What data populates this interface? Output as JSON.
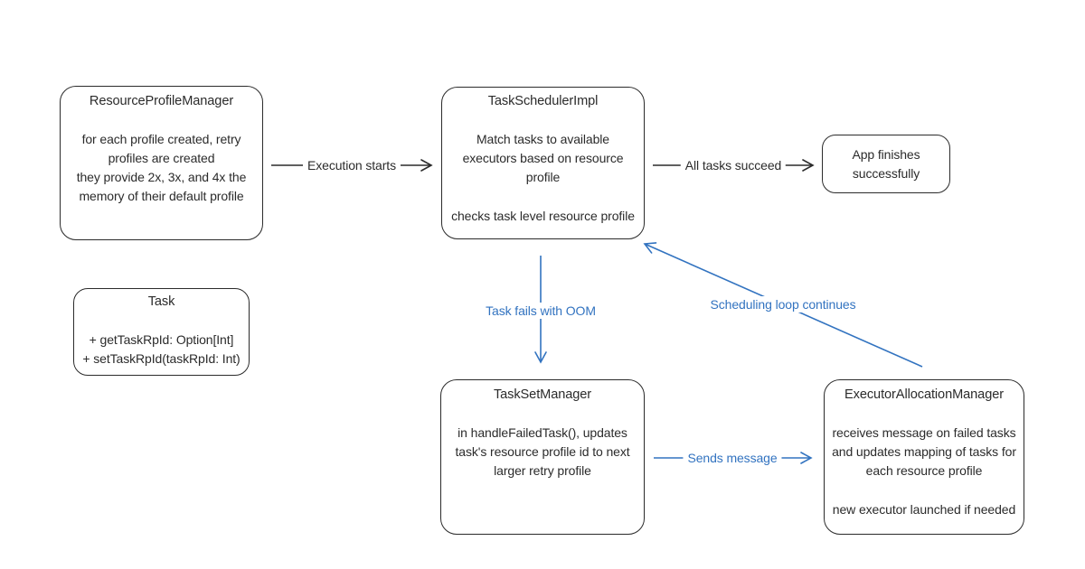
{
  "colors": {
    "background": "#ffffff",
    "ink": "#2b2b2b",
    "accent_blue": "#3273c0"
  },
  "nodes": {
    "resource_profile_manager": {
      "title": "ResourceProfileManager",
      "lines": [
        "for each profile created, retry",
        "profiles are created",
        "they provide 2x, 3x, and 4x the",
        "memory of their default profile"
      ]
    },
    "task_scheduler_impl": {
      "title": "TaskSchedulerImpl",
      "lines": [
        "Match tasks to available",
        "executors based on resource",
        "profile"
      ],
      "footer": "checks task level resource profile"
    },
    "app_finishes": {
      "lines": [
        "App finishes",
        "successfully"
      ]
    },
    "task": {
      "title": "Task",
      "lines": [
        "+ getTaskRpId: Option[Int]",
        "+ setTaskRpId(taskRpId: Int)"
      ]
    },
    "task_set_manager": {
      "title": "TaskSetManager",
      "lines": [
        "in handleFailedTask(), updates",
        "task's resource profile id to next",
        "larger retry profile"
      ]
    },
    "executor_allocation_manager": {
      "title": "ExecutorAllocationManager",
      "lines": [
        "receives message on failed tasks",
        "and updates mapping of tasks for",
        "each resource profile"
      ],
      "footer": "new executor launched if needed"
    }
  },
  "edges": {
    "execution_starts": {
      "label": "Execution starts",
      "color": "#2b2b2b"
    },
    "all_tasks_succeed": {
      "label": "All tasks succeed",
      "color": "#2b2b2b"
    },
    "task_fails_oom": {
      "label": "Task fails with OOM",
      "color": "#3273c0"
    },
    "scheduling_loop": {
      "label": "Scheduling loop continues",
      "color": "#3273c0"
    },
    "sends_message": {
      "label": "Sends message",
      "color": "#3273c0"
    }
  }
}
